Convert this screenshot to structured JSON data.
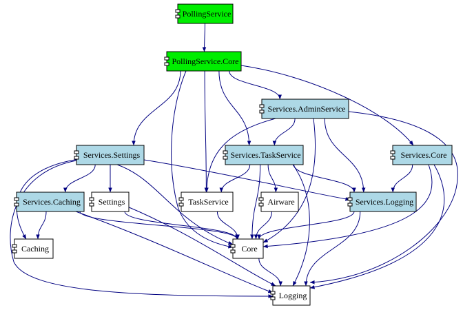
{
  "colors": {
    "entry": "#00ee00",
    "service": "#add8e6",
    "library": "#ffffff",
    "edge": "#000080"
  },
  "nodes": [
    {
      "id": "polling_service",
      "label": "PollingService",
      "kind": "entry"
    },
    {
      "id": "polling_service_core",
      "label": "PollingService.Core",
      "kind": "entry"
    },
    {
      "id": "services_admin_service",
      "label": "Services.AdminService",
      "kind": "service"
    },
    {
      "id": "services_settings",
      "label": "Services.Settings",
      "kind": "service"
    },
    {
      "id": "services_task_service",
      "label": "Services.TaskService",
      "kind": "service"
    },
    {
      "id": "services_core",
      "label": "Services.Core",
      "kind": "service"
    },
    {
      "id": "services_caching",
      "label": "Services.Caching",
      "kind": "service"
    },
    {
      "id": "settings",
      "label": "Settings",
      "kind": "library"
    },
    {
      "id": "task_service",
      "label": "TaskService",
      "kind": "library"
    },
    {
      "id": "airware",
      "label": "Airware",
      "kind": "library"
    },
    {
      "id": "services_logging",
      "label": "Services.Logging",
      "kind": "service"
    },
    {
      "id": "caching",
      "label": "Caching",
      "kind": "library"
    },
    {
      "id": "core",
      "label": "Core",
      "kind": "library"
    },
    {
      "id": "logging",
      "label": "Logging",
      "kind": "library"
    }
  ],
  "edges": [
    {
      "from": "polling_service",
      "to": "polling_service_core"
    },
    {
      "from": "polling_service_core",
      "to": "services_admin_service"
    },
    {
      "from": "polling_service_core",
      "to": "services_settings"
    },
    {
      "from": "polling_service_core",
      "to": "services_task_service"
    },
    {
      "from": "polling_service_core",
      "to": "services_core"
    },
    {
      "from": "polling_service_core",
      "to": "task_service"
    },
    {
      "from": "polling_service_core",
      "to": "core"
    },
    {
      "from": "services_admin_service",
      "to": "services_task_service"
    },
    {
      "from": "services_admin_service",
      "to": "task_service"
    },
    {
      "from": "services_admin_service",
      "to": "services_logging"
    },
    {
      "from": "services_admin_service",
      "to": "core"
    },
    {
      "from": "services_admin_service",
      "to": "logging"
    },
    {
      "from": "services_settings",
      "to": "services_caching"
    },
    {
      "from": "services_settings",
      "to": "settings"
    },
    {
      "from": "services_settings",
      "to": "caching"
    },
    {
      "from": "services_settings",
      "to": "services_logging"
    },
    {
      "from": "services_settings",
      "to": "core"
    },
    {
      "from": "services_settings",
      "to": "logging"
    },
    {
      "from": "services_task_service",
      "to": "task_service"
    },
    {
      "from": "services_task_service",
      "to": "airware"
    },
    {
      "from": "services_task_service",
      "to": "services_logging"
    },
    {
      "from": "services_task_service",
      "to": "core"
    },
    {
      "from": "services_task_service",
      "to": "logging"
    },
    {
      "from": "services_core",
      "to": "services_logging"
    },
    {
      "from": "services_core",
      "to": "core"
    },
    {
      "from": "services_core",
      "to": "logging"
    },
    {
      "from": "services_caching",
      "to": "caching"
    },
    {
      "from": "services_caching",
      "to": "core"
    },
    {
      "from": "services_caching",
      "to": "logging"
    },
    {
      "from": "settings",
      "to": "core"
    },
    {
      "from": "settings",
      "to": "logging"
    },
    {
      "from": "task_service",
      "to": "core"
    },
    {
      "from": "airware",
      "to": "core"
    },
    {
      "from": "services_logging",
      "to": "core"
    },
    {
      "from": "services_logging",
      "to": "logging"
    },
    {
      "from": "core",
      "to": "logging"
    }
  ]
}
